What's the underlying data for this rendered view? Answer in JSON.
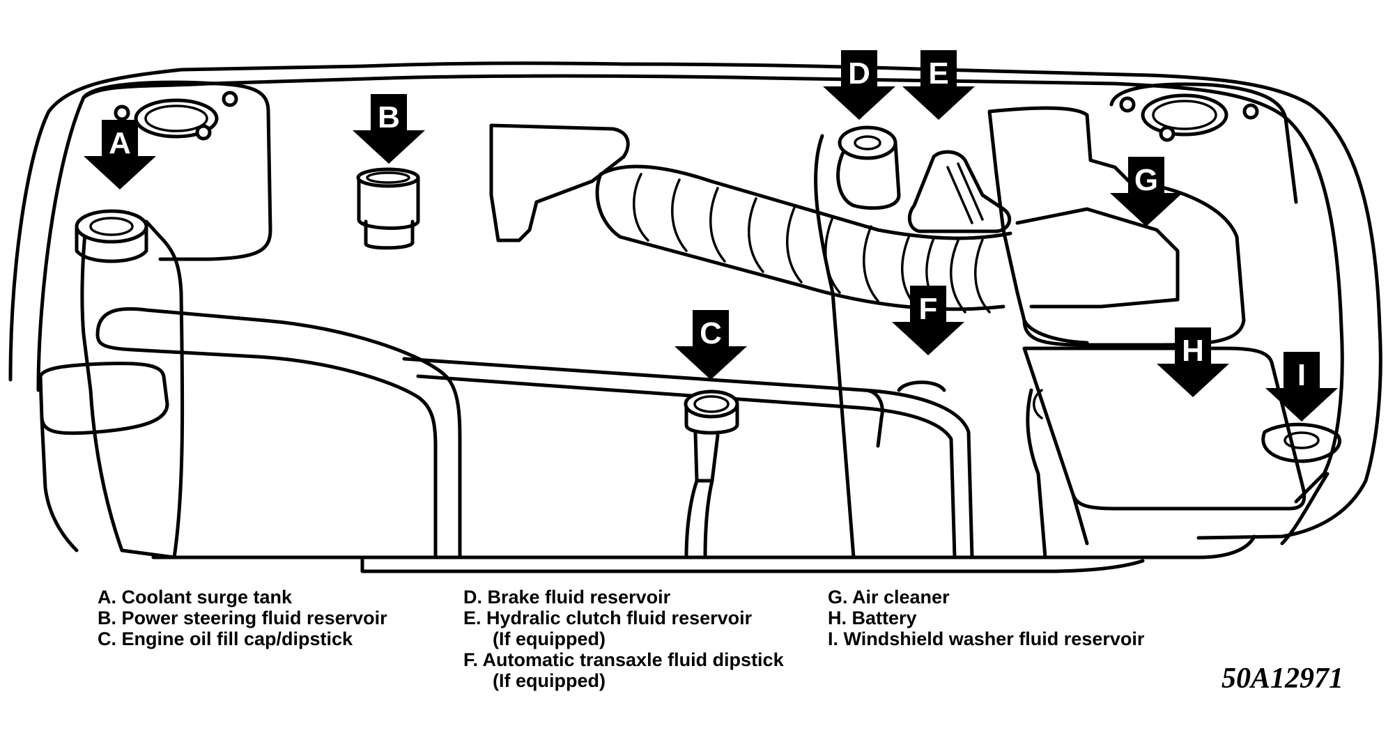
{
  "callouts": [
    "A",
    "B",
    "C",
    "D",
    "E",
    "F",
    "G",
    "H",
    "I"
  ],
  "legend": {
    "col1": [
      {
        "text": "A. Coolant surge tank"
      },
      {
        "text": "B. Power steering fluid reservoir"
      },
      {
        "text": "C. Engine oil fill cap/dipstick"
      }
    ],
    "col2": [
      {
        "text": "D. Brake fluid reservoir"
      },
      {
        "text": "E. Hydralic clutch fluid reservoir"
      },
      {
        "text": "(If equipped)",
        "sub": true
      },
      {
        "text": "F. Automatic transaxle fluid dipstick"
      },
      {
        "text": "(If equipped)",
        "sub": true
      }
    ],
    "col3": [
      {
        "text": "G. Air cleaner"
      },
      {
        "text": "H. Battery"
      },
      {
        "text": "I. Windshield washer fluid reservoir"
      }
    ]
  },
  "figure_code": "50A12971"
}
